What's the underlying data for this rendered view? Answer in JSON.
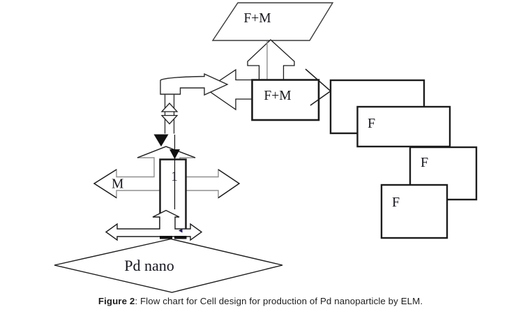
{
  "figure_type": "flow-chart",
  "nodes": {
    "feed_parallelogram": "F+M",
    "feed_tank": "F+M",
    "cascade": [
      "",
      "F",
      "F",
      "F"
    ],
    "cell_number": "1",
    "membrane_label": "M",
    "product_diamond": "Pd nano"
  },
  "caption": {
    "label": "Figure 2",
    "text": ": Flow chart for Cell design for production of Pd nanoparticle by ELM."
  },
  "colors": {
    "line": "#1c1c1c",
    "gray_line": "#8f8f8f",
    "text": "#16161f",
    "background": "#ffffff"
  }
}
